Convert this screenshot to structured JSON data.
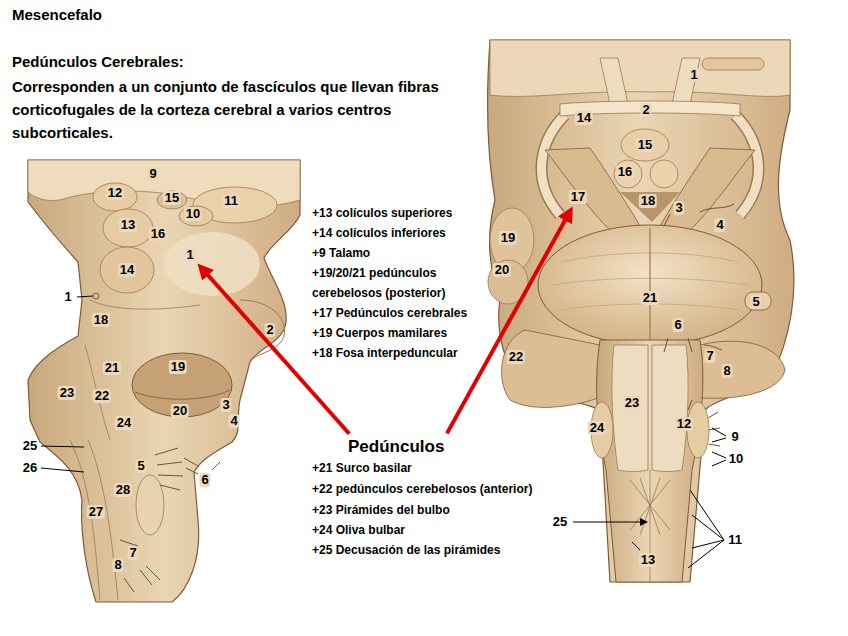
{
  "diagram": {
    "title": "Mesencefalo",
    "nodes": [
      {
        "text": [
          "Pedúnculos"
        ]
      },
      {
        "text": [
          "1"
        ]
      },
      {
        "text": [
          "17"
        ]
      }
    ],
    "edges": [
      {
        "from": 0,
        "to": 1,
        "arrow": "to"
      },
      {
        "from": 0,
        "to": 2,
        "arrow": "to"
      }
    ],
    "labels": [
      "Pedúnculos Cerebrales:",
      "Corresponden a un conjunto de fascículos que llevan fibras corticofugales de la corteza cerebral a varios centros subcorticales.",
      "+13 colículos superiores",
      "+14 colículos inferiores",
      "+9 Talamo",
      "+19/20/21 pedúnculos cerebelosos (posterior)",
      "+17 Pedúnculos cerebrales",
      "+19 Cuerpos mamilares",
      "+18 Fosa interpeduncular",
      "+21 Surco basilar",
      "+22 pedúnculos cerebelosos (anterior)",
      "+23 Pirámides del bulbo",
      "+24 Oliva bulbar",
      "+25 Decusación de las pirámides",
      "9",
      "12",
      "15",
      "11",
      "13",
      "10",
      "16",
      "14",
      "1",
      "18",
      "2",
      "21",
      "19",
      "23",
      "22",
      "3",
      "20",
      "4",
      "24",
      "25",
      "26",
      "5",
      "6",
      "28",
      "27",
      "8",
      "7",
      "1",
      "14",
      "2",
      "15",
      "16",
      "18",
      "3",
      "4",
      "19",
      "20",
      "21",
      "5",
      "6",
      "22",
      "7",
      "8",
      "23",
      "24",
      "12",
      "9",
      "10",
      "25",
      "11",
      "13"
    ]
  }
}
